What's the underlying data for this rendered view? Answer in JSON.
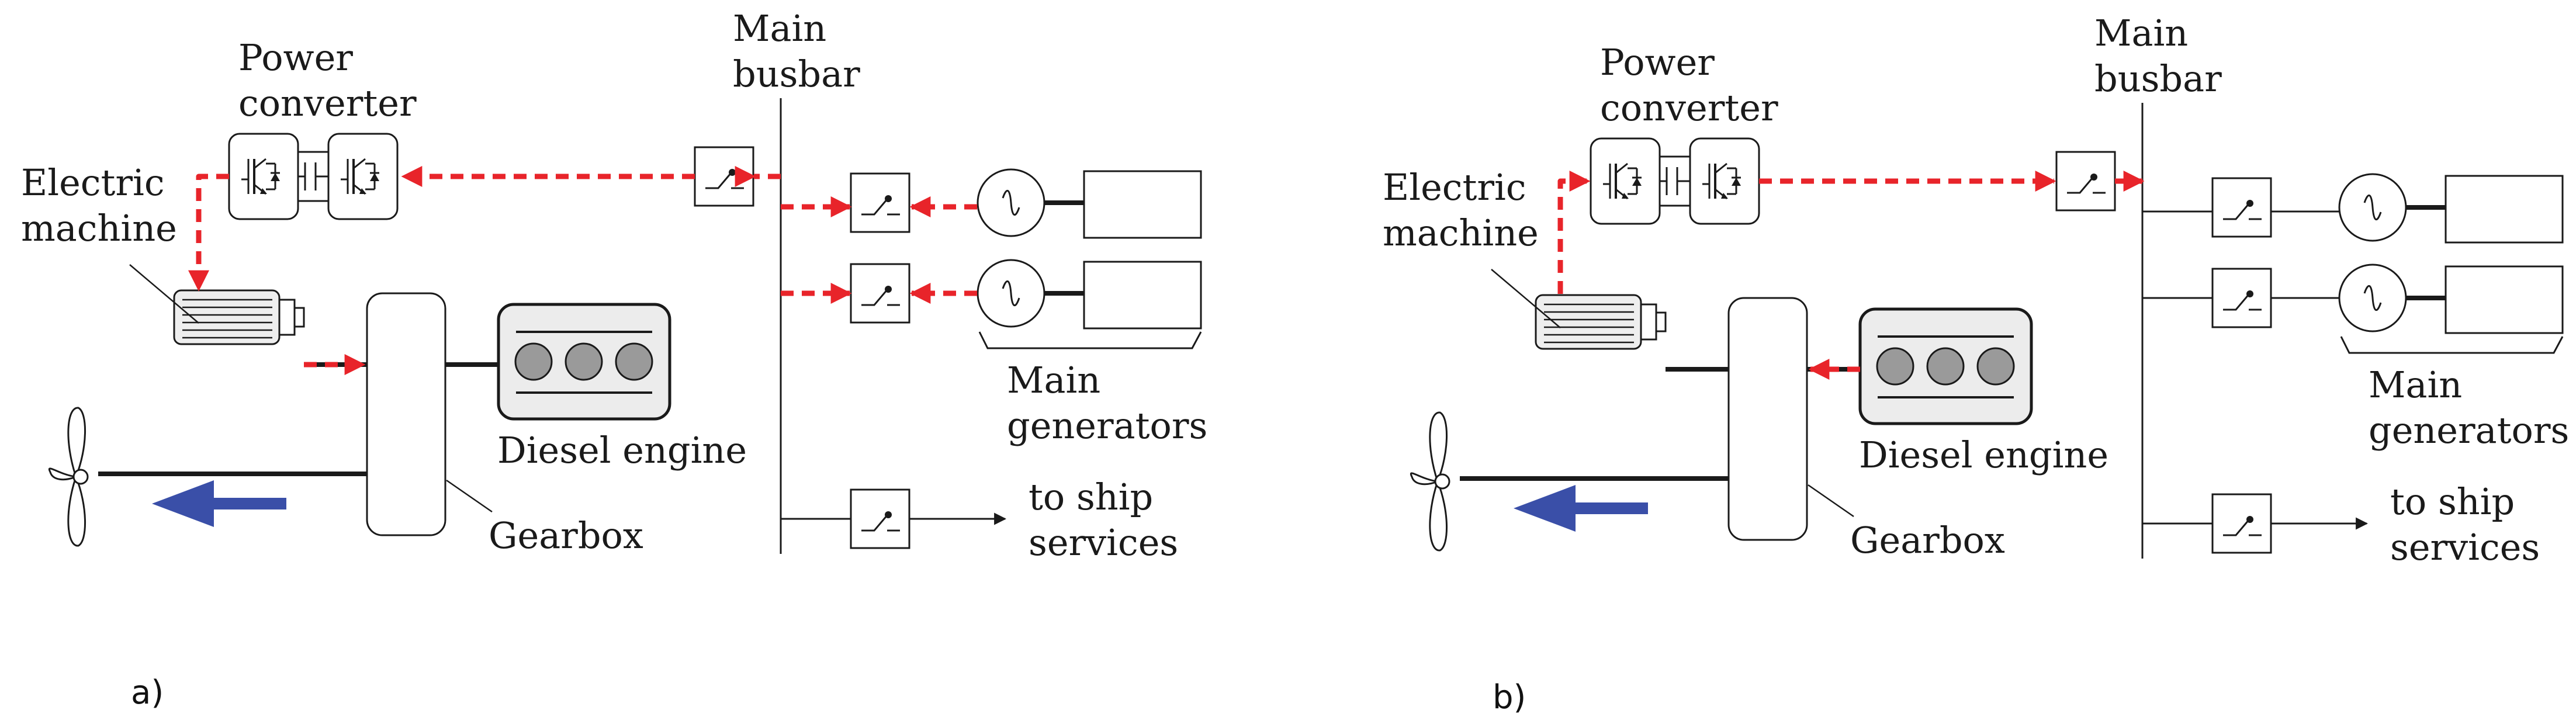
{
  "colors": {
    "line": "#1a1a1a",
    "power_flow": "#e8242a",
    "propulsion_arrow": "#3a4fa8",
    "engine_fill": "#ececec",
    "cylinder_fill": "#9a9a9a",
    "machine_fill": "#eeeeee"
  },
  "labels": {
    "power_converter": [
      "Power",
      "converter"
    ],
    "main_busbar": [
      "Main",
      "busbar"
    ],
    "electric_machine": [
      "Electric",
      "machine"
    ],
    "diesel_engine": "Diesel engine",
    "gearbox": "Gearbox",
    "main_generators": [
      "Main",
      "generators"
    ],
    "ship_services": [
      "to ship",
      "services"
    ]
  },
  "panels": [
    {
      "caption": "a)",
      "mode": "motor"
    },
    {
      "caption": "b)",
      "mode": "generator"
    }
  ],
  "icons": [
    "igbt-icon",
    "capacitor-icon",
    "breaker-icon",
    "ac-source-icon",
    "propeller-icon",
    "cylinder-icon",
    "fins-icon"
  ]
}
